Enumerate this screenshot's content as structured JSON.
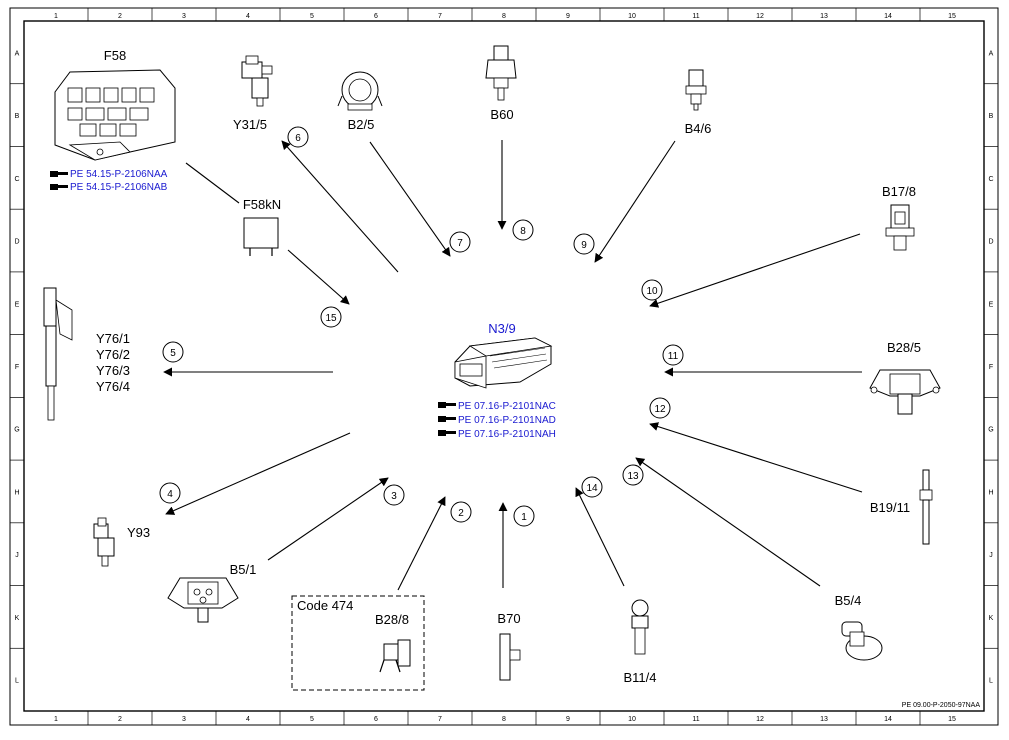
{
  "grid": {
    "columns": [
      "1",
      "2",
      "3",
      "4",
      "5",
      "6",
      "7",
      "8",
      "9",
      "10",
      "11",
      "12",
      "13",
      "14",
      "15"
    ],
    "rows": [
      "A",
      "B",
      "C",
      "D",
      "E",
      "F",
      "G",
      "H",
      "J",
      "K",
      "L"
    ]
  },
  "center": {
    "label": "N3/9",
    "refs": [
      "PE 07.16-P-2101NAC",
      "PE 07.16-P-2101NAD",
      "PE 07.16-P-2101NAH"
    ]
  },
  "components": {
    "f58": {
      "label": "F58",
      "refs": [
        "PE 54.15-P-2106NAA",
        "PE 54.15-P-2106NAB"
      ]
    },
    "f58kn": {
      "label": "F58kN"
    },
    "y31_5": {
      "label": "Y31/5"
    },
    "b2_5": {
      "label": "B2/5"
    },
    "b60": {
      "label": "B60"
    },
    "b4_6": {
      "label": "B4/6"
    },
    "b17_8": {
      "label": "B17/8"
    },
    "y76": {
      "labels": [
        "Y76/1",
        "Y76/2",
        "Y76/3",
        "Y76/4"
      ]
    },
    "b28_5": {
      "label": "B28/5"
    },
    "b19_11": {
      "label": "B19/11"
    },
    "y93": {
      "label": "Y93"
    },
    "b5_1": {
      "label": "B5/1"
    },
    "b28_8": {
      "label": "B28/8",
      "group_label": "Code 474"
    },
    "b70": {
      "label": "B70"
    },
    "b11_4": {
      "label": "B11/4"
    },
    "b5_4": {
      "label": "B5/4"
    }
  },
  "signals": [
    "1",
    "2",
    "3",
    "4",
    "5",
    "6",
    "7",
    "8",
    "9",
    "10",
    "11",
    "12",
    "13",
    "14",
    "15"
  ],
  "drawing_number": "PE 09.00-P-2050-97NAA",
  "icons": {
    "reference": "pointing-hand-icon"
  }
}
